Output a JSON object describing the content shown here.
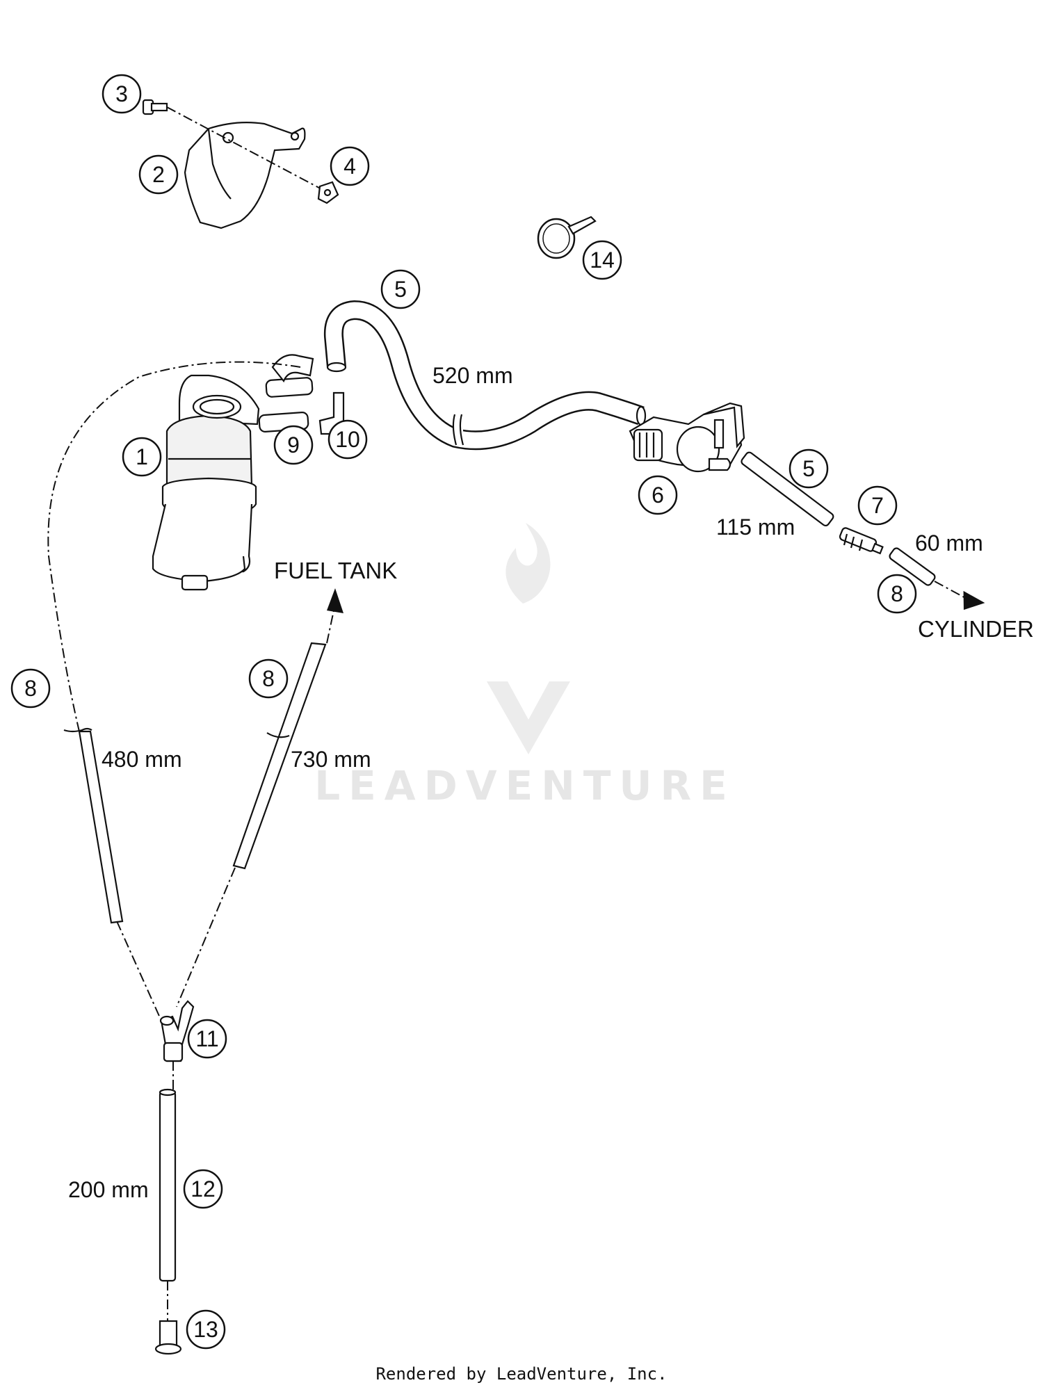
{
  "callouts": {
    "c1": "1",
    "c2": "2",
    "c3": "3",
    "c4": "4",
    "c5a": "5",
    "c5b": "5",
    "c6": "6",
    "c7": "7",
    "c8a": "8",
    "c8b": "8",
    "c8c": "8",
    "c9": "9",
    "c10": "10",
    "c11": "11",
    "c12": "12",
    "c13": "13",
    "c14": "14"
  },
  "dimensions": {
    "hose_520": "520 mm",
    "hose_115": "115 mm",
    "hose_60": "60 mm",
    "hose_480": "480 mm",
    "hose_730": "730 mm",
    "hose_200": "200 mm"
  },
  "destinations": {
    "fuel_tank": "FUEL TANK",
    "cylinder": "CYLINDER"
  },
  "watermark": "LEADVENTURE",
  "footer": "Rendered by LeadVenture, Inc."
}
